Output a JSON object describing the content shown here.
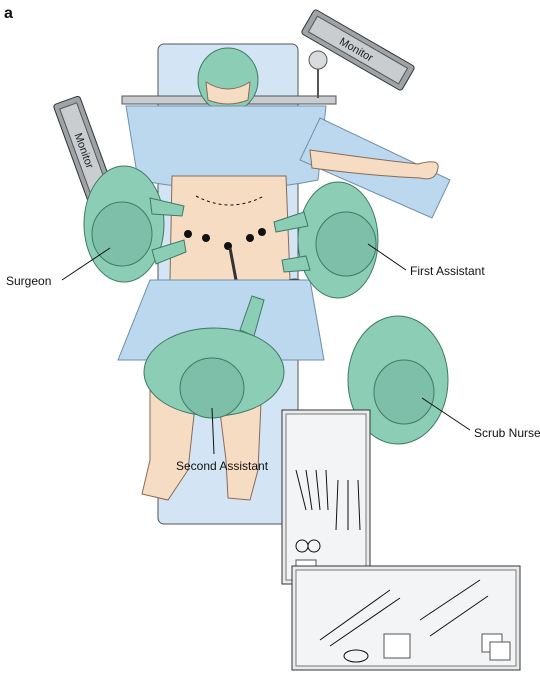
{
  "figure": {
    "panel_label": "a",
    "labels": {
      "surgeon": "Surgeon",
      "first_assistant": "First Assistant",
      "second_assistant": "Second Assistant",
      "scrub_nurse": "Scrub Nurse"
    },
    "monitors": {
      "left": "Monitor",
      "right": "Monitor"
    }
  },
  "colors": {
    "gown": "#8ccdb6",
    "gown_dark": "#5aa58b",
    "drape": "#bcd8ee",
    "drape_dark": "#9cc3e4",
    "skin": "#f7dcc4",
    "table_tray": "#e9ebec",
    "monitor": "#9ea3a7"
  }
}
